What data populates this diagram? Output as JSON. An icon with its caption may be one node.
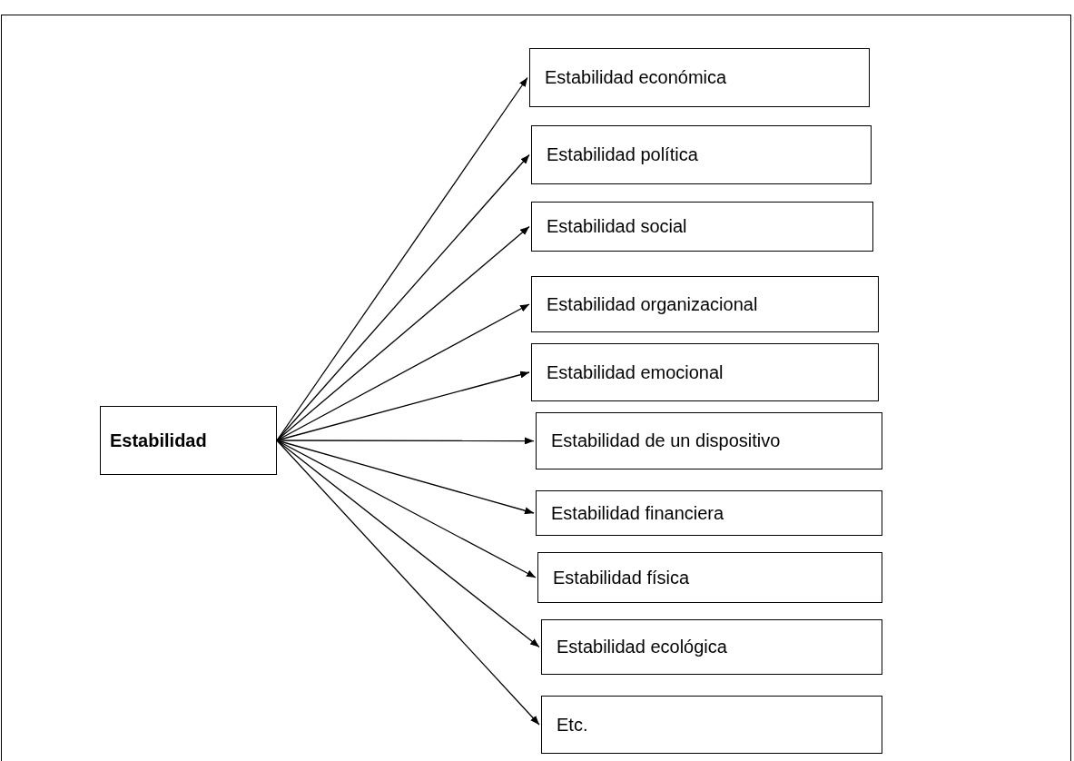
{
  "diagram": {
    "nodes": [
      {
        "text": [
          "Estabilidad"
        ]
      },
      {
        "text": [
          "Estabilidad económica"
        ]
      },
      {
        "text": [
          "Estabilidad política"
        ]
      },
      {
        "text": [
          "Estabilidad social"
        ]
      },
      {
        "text": [
          "Estabilidad organizacional"
        ]
      },
      {
        "text": [
          "Estabilidad emocional"
        ]
      },
      {
        "text": [
          "Estabilidad de un dispositivo"
        ]
      },
      {
        "text": [
          "Estabilidad financiera"
        ]
      },
      {
        "text": [
          "Estabilidad física"
        ]
      },
      {
        "text": [
          "Estabilidad ecológica"
        ]
      },
      {
        "text": [
          "Etc."
        ]
      }
    ],
    "edges": [
      {
        "from": 0,
        "to": 1,
        "arrow": "to"
      },
      {
        "from": 0,
        "to": 2,
        "arrow": "to"
      },
      {
        "from": 0,
        "to": 3,
        "arrow": "to"
      },
      {
        "from": 0,
        "to": 4,
        "arrow": "to"
      },
      {
        "from": 0,
        "to": 5,
        "arrow": "to"
      },
      {
        "from": 0,
        "to": 6,
        "arrow": "to"
      },
      {
        "from": 0,
        "to": 7,
        "arrow": "to"
      },
      {
        "from": 0,
        "to": 8,
        "arrow": "to"
      },
      {
        "from": 0,
        "to": 9,
        "arrow": "to"
      },
      {
        "from": 0,
        "to": 10,
        "arrow": "to"
      }
    ]
  }
}
